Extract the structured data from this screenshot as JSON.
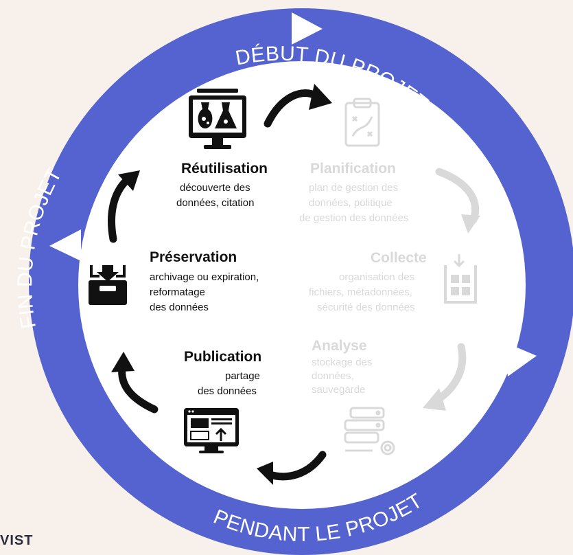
{
  "ring": {
    "start_label": "DÉBUT DU PROJET",
    "during_label": "PENDANT LE PROJET",
    "end_label": "FIN DU PROJET"
  },
  "stages": {
    "reutilisation": {
      "title": "Réutilisation",
      "desc_1": "découverte des",
      "desc_2": "données, citation"
    },
    "planification": {
      "title": "Planification",
      "desc_1": "plan de gestion des",
      "desc_2": "données, politique",
      "desc_3": "de gestion des données"
    },
    "collecte": {
      "title": "Collecte",
      "desc_1": "organisation des",
      "desc_2": "fichiers, métadonnées,",
      "desc_3": "sécurité des données"
    },
    "analyse": {
      "title": "Analyse",
      "desc_1": "stockage des",
      "desc_2": "données,",
      "desc_3": "sauvegarde"
    },
    "publication": {
      "title": "Publication",
      "desc_1": "partage",
      "desc_2": "des données"
    },
    "preservation": {
      "title": "Préservation",
      "desc_1": "archivage ou expiration,",
      "desc_2": "reformatage",
      "desc_3": "des données"
    }
  },
  "logo": {
    "text": "VIST"
  },
  "colors": {
    "ring": "#5463cf",
    "background": "#f8f1eb",
    "inner": "#ffffff",
    "active": "#111111",
    "faded": "#d9d9d9"
  }
}
